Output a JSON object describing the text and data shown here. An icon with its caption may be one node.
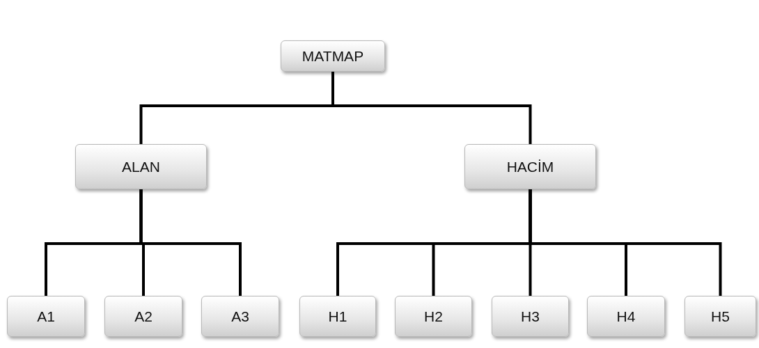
{
  "diagram": {
    "nodes": [
      {
        "text": [
          "MATMAP"
        ]
      },
      {
        "text": [
          "ALAN"
        ]
      },
      {
        "text": [
          "HACİM"
        ]
      },
      {
        "text": [
          "A1"
        ]
      },
      {
        "text": [
          "A2"
        ]
      },
      {
        "text": [
          "A3"
        ]
      },
      {
        "text": [
          "H1"
        ]
      },
      {
        "text": [
          "H2"
        ]
      },
      {
        "text": [
          "H3"
        ]
      },
      {
        "text": [
          "H4"
        ]
      },
      {
        "text": [
          "H5"
        ]
      }
    ],
    "edges": [
      {
        "from": 0,
        "to": 1,
        "arrow": "none"
      },
      {
        "from": 0,
        "to": 2,
        "arrow": "none"
      },
      {
        "from": 1,
        "to": 3,
        "arrow": "none"
      },
      {
        "from": 1,
        "to": 4,
        "arrow": "none"
      },
      {
        "from": 1,
        "to": 5,
        "arrow": "none"
      },
      {
        "from": 2,
        "to": 6,
        "arrow": "none"
      },
      {
        "from": 2,
        "to": 7,
        "arrow": "none"
      },
      {
        "from": 2,
        "to": 8,
        "arrow": "none"
      },
      {
        "from": 2,
        "to": 9,
        "arrow": "none"
      },
      {
        "from": 2,
        "to": 10,
        "arrow": "none"
      }
    ]
  }
}
